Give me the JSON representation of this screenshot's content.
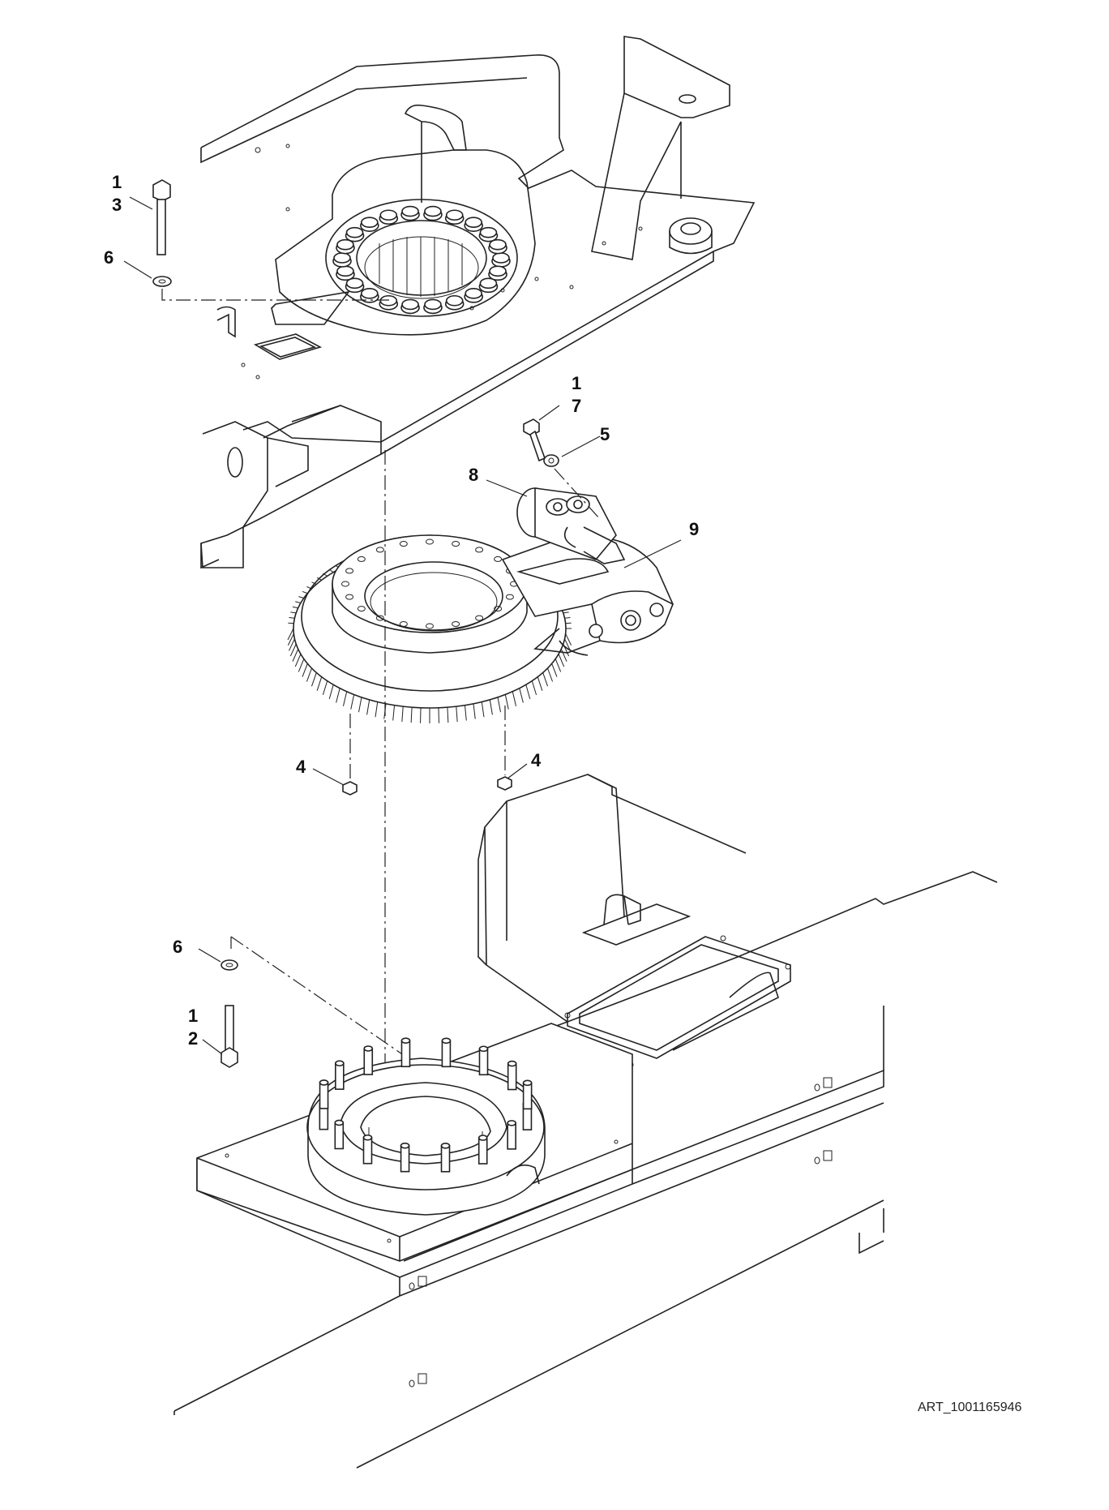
{
  "diagram": {
    "art_id": "ART_1001165946",
    "callouts": [
      {
        "id": "c1a",
        "text": "1"
      },
      {
        "id": "c3",
        "text": "3"
      },
      {
        "id": "c6a",
        "text": "6"
      },
      {
        "id": "c1b",
        "text": "1"
      },
      {
        "id": "c7",
        "text": "7"
      },
      {
        "id": "c5",
        "text": "5"
      },
      {
        "id": "c8",
        "text": "8"
      },
      {
        "id": "c9",
        "text": "9"
      },
      {
        "id": "c4a",
        "text": "4"
      },
      {
        "id": "c4b",
        "text": "4"
      },
      {
        "id": "c6b",
        "text": "6"
      },
      {
        "id": "c1c",
        "text": "1"
      },
      {
        "id": "c2",
        "text": "2"
      }
    ],
    "parts": [
      "upper-turntable-frame",
      "bolt-circle-fasteners",
      "slew-bearing-ring-gear",
      "swing-drive-arm",
      "swing-motor",
      "motor-mount-bolt",
      "motor-washer",
      "bearing-mount-bolts",
      "lower-chassis-frame",
      "chassis-stud-ring",
      "chassis-bolt",
      "chassis-washer"
    ]
  }
}
